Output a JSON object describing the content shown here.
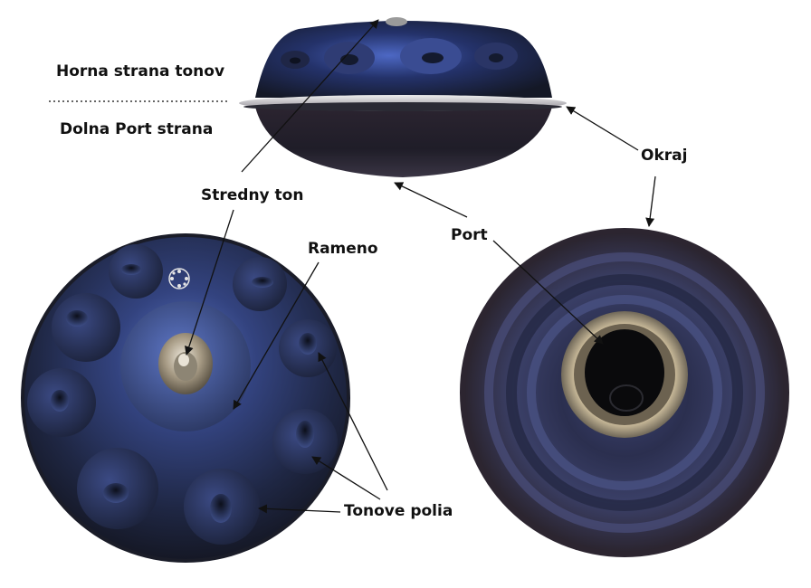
{
  "labels": {
    "top_side": "Horna strana tonov",
    "bottom_side": "Dolna Port strana",
    "center_tone": "Stredny ton",
    "shoulder": "Rameno",
    "port": "Port",
    "rim": "Okraj",
    "tone_fields": "Tonove polia"
  },
  "colors": {
    "shell_dark": "#1b1f2e",
    "shell_blue": "#2a3a6e",
    "shell_highlight": "#5b74c8",
    "bronze": "#b8a68a",
    "rim_light": "#d9d6d6"
  }
}
